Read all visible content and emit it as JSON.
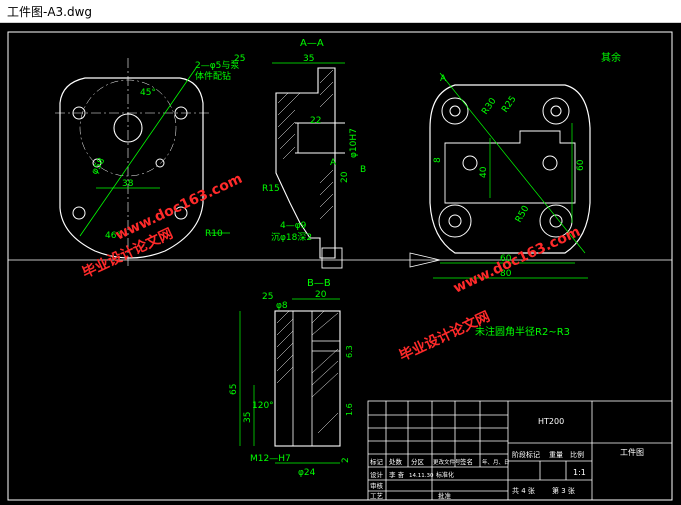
{
  "window": {
    "title": "工件图-A3.dwg"
  },
  "drawing": {
    "section_aa_label": "A—A",
    "section_bb_label": "B—B",
    "surface_note": "其余",
    "general_note": "未注圆角半径R2~R3",
    "front_view": {
      "hole_note_1": "2—φ5与泵",
      "hole_note_2": "体件配钻",
      "angle_top": "45°",
      "angle_bottom": "46°",
      "dia": "φ58",
      "width": "38",
      "radius": "R10",
      "dim_25": "25"
    },
    "section_aa": {
      "w35": "35",
      "w22": "22",
      "d10": "φ10H7",
      "d20": "20",
      "r15": "R15",
      "holes": "4—φ9",
      "cbore": "沉φ18深2",
      "mark_b": "B",
      "mark_a": "A"
    },
    "side_view": {
      "r30": "R30",
      "r25": "R25",
      "h40": "40",
      "h60": "60",
      "w60": "60",
      "w80": "80",
      "r50": "R50",
      "h8": "8",
      "mark_a": "A"
    },
    "section_bb": {
      "w20": "20",
      "d8": "φ8",
      "c25": "25",
      "h65": "65",
      "h35": "35",
      "ang": "120°",
      "thread": "M12—H7",
      "d24": "φ24",
      "d2": "2",
      "r1": "6.3",
      "r2": "1.6"
    },
    "title_block": {
      "material": "HT200",
      "part_name": "工件图",
      "scale": "1:1",
      "stage": "阶段标记",
      "weight": "重量",
      "ratio": "比例",
      "sheets": "共 4 张",
      "sheet": "第 3 张",
      "mark": "标记",
      "count": "处数",
      "zone": "分区",
      "change": "更改文件号",
      "sign": "签名",
      "date": "年、月、日",
      "designer": "设计",
      "designer_name": "李 奋",
      "design_date": "14.11.30",
      "std": "标准化",
      "review": "审核",
      "process": "工艺",
      "approve": "批准"
    },
    "watermarks": [
      "www.doc163.com",
      "毕业设计论文网",
      "www.doc163.com",
      "毕业设计论文网"
    ]
  }
}
